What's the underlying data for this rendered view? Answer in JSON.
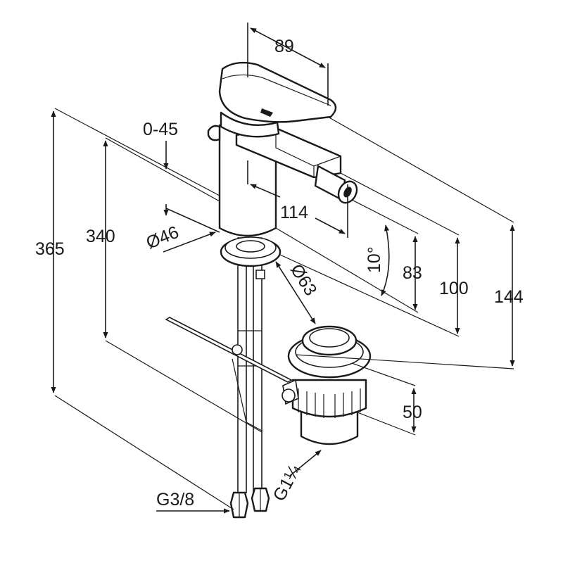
{
  "dimensions": {
    "d_89": "89",
    "d_0_45": "0-45",
    "d_114": "114",
    "d_46": "Ø46",
    "d_63": "Ø63",
    "d_10deg": "10°",
    "d_83": "83",
    "d_100": "100",
    "d_144": "144",
    "d_365": "365",
    "d_340": "340",
    "d_50": "50",
    "d_g38": "G3/8",
    "d_g114": "G1¼"
  },
  "colors": {
    "ink": "#1a1a1a",
    "background": "#ffffff"
  }
}
